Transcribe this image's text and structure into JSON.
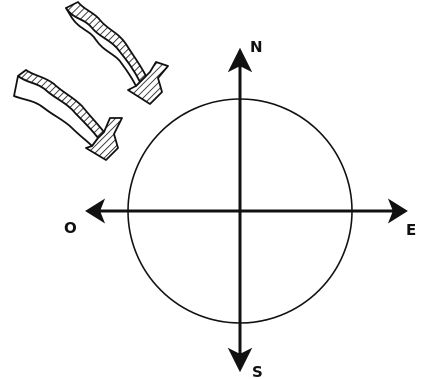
{
  "diagram": {
    "labels": {
      "north": "N",
      "east": "E",
      "south": "S",
      "west": "O"
    },
    "wind_direction": "from north-west",
    "colors": {
      "ink": "#111111",
      "background": "#ffffff"
    }
  }
}
